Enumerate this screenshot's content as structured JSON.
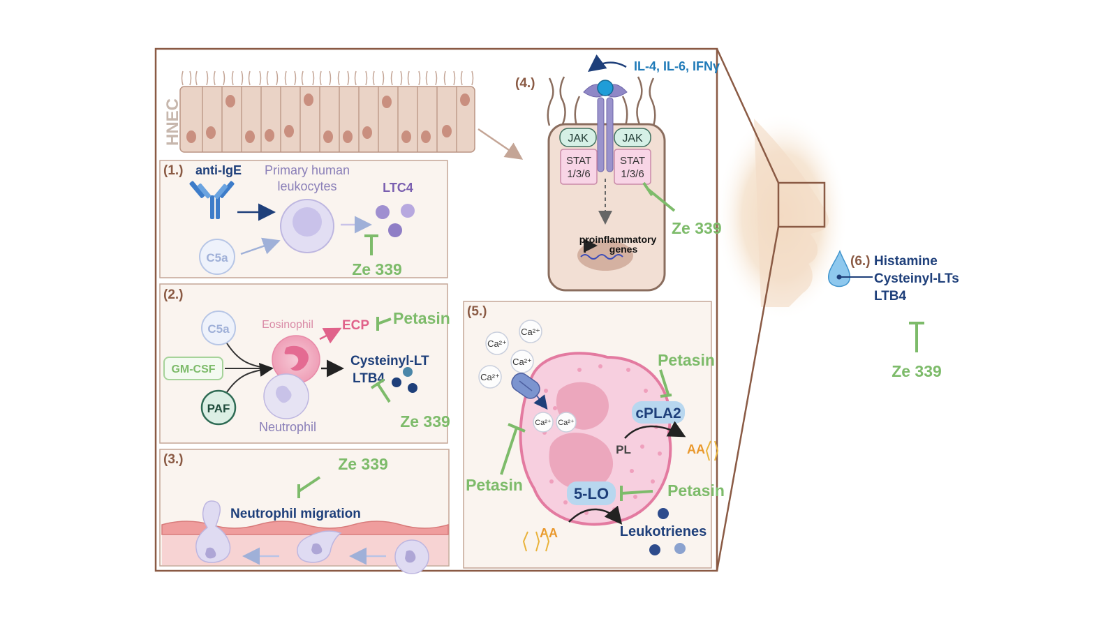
{
  "colors": {
    "frame": "#8a5a44",
    "inhibitor": "#7dbb6a",
    "navy": "#1e3f7a",
    "teal_blue": "#1f7ab8",
    "ecp_pink": "#e0628a",
    "orange": "#e9972b",
    "lavender": "#8a7fb8"
  },
  "hnec": {
    "label": "HNEC"
  },
  "panel1": {
    "number": "(1.)",
    "anti_ige": "anti-IgE",
    "leukocytes_line1": "Primary human",
    "leukocytes_line2": "leukocytes",
    "ltc4": "LTC4",
    "c5a": "C5a",
    "inhibitor": "Ze 339"
  },
  "panel2": {
    "number": "(2.)",
    "c5a": "C5a",
    "gmcsf": "GM-CSF",
    "paf": "PAF",
    "eosinophil": "Eosinophil",
    "neutrophil": "Neutrophil",
    "ecp": "ECP",
    "petasin": "Petasin",
    "cys_lt": "Cysteinyl-LT",
    "ltb4": "LTB4",
    "inhibitor": "Ze 339"
  },
  "panel3": {
    "number": "(3.)",
    "inhibitor": "Ze 339",
    "migration": "Neutrophil migration"
  },
  "panel4": {
    "number": "(4.)",
    "cytokines": "IL-4, IL-6, IFNγ",
    "jak_left": "JAK",
    "jak_right": "JAK",
    "stat_line1": "STAT",
    "stat_line2": "1/3/6",
    "genes_line1": "proinflammatory",
    "genes_line2": "genes",
    "inhibitor": "Ze 339"
  },
  "panel5": {
    "number": "(5.)",
    "calcium": "Ca²⁺",
    "petasin_top": "Petasin",
    "cpla2": "cPLA2",
    "pl": "PL",
    "aa_right": "AA",
    "petasin_left": "Petasin",
    "five_lo": "5-LO",
    "petasin_bottom": "Petasin",
    "aa_left": "AA",
    "leukotrienes": "Leukotrienes"
  },
  "panel6": {
    "number": "(6.)",
    "line1": "Histamine",
    "line2": "Cysteinyl-LTs",
    "line3": "LTB4",
    "inhibitor": "Ze 339"
  }
}
